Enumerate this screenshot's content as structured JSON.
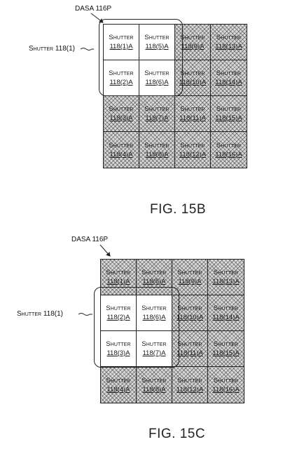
{
  "cell_label": "Shutter",
  "figures": [
    {
      "id": "15B",
      "caption": "FIG. 15B",
      "dasa_label": "DASA 116P",
      "group_label": "Shutter 118(1)",
      "rows": [
        [
          {
            "id": "118(1)A",
            "clear": true
          },
          {
            "id": "118(5)A",
            "clear": true
          },
          {
            "id": "118(9)A",
            "clear": false
          },
          {
            "id": "118(13)A",
            "clear": false
          }
        ],
        [
          {
            "id": "118(2)A",
            "clear": true
          },
          {
            "id": "118(6)A",
            "clear": true
          },
          {
            "id": "118(10)A",
            "clear": false
          },
          {
            "id": "118(14)A",
            "clear": false
          }
        ],
        [
          {
            "id": "118(3)A",
            "clear": false
          },
          {
            "id": "118(7)A",
            "clear": false
          },
          {
            "id": "118(11)A",
            "clear": false
          },
          {
            "id": "118(15)A",
            "clear": false
          }
        ],
        [
          {
            "id": "118(4)A",
            "clear": false
          },
          {
            "id": "118(8)A",
            "clear": false
          },
          {
            "id": "118(12)A",
            "clear": false
          },
          {
            "id": "118(16)A",
            "clear": false
          }
        ]
      ]
    },
    {
      "id": "15C",
      "caption": "FIG. 15C",
      "dasa_label": "DASA 116P",
      "group_label": "Shutter 118(1)",
      "rows": [
        [
          {
            "id": "118(1)A",
            "clear": false
          },
          {
            "id": "118(5)A",
            "clear": false
          },
          {
            "id": "118(9)A",
            "clear": false
          },
          {
            "id": "118(13)A",
            "clear": false
          }
        ],
        [
          {
            "id": "118(2)A",
            "clear": true
          },
          {
            "id": "118(6)A",
            "clear": true
          },
          {
            "id": "118(10)A",
            "clear": false
          },
          {
            "id": "118(14)A",
            "clear": false
          }
        ],
        [
          {
            "id": "118(3)A",
            "clear": true
          },
          {
            "id": "118(7)A",
            "clear": true
          },
          {
            "id": "118(11)A",
            "clear": false
          },
          {
            "id": "118(15)A",
            "clear": false
          }
        ],
        [
          {
            "id": "118(4)A",
            "clear": false
          },
          {
            "id": "118(8)A",
            "clear": false
          },
          {
            "id": "118(12)A",
            "clear": false
          },
          {
            "id": "118(16)A",
            "clear": false
          }
        ]
      ]
    }
  ]
}
